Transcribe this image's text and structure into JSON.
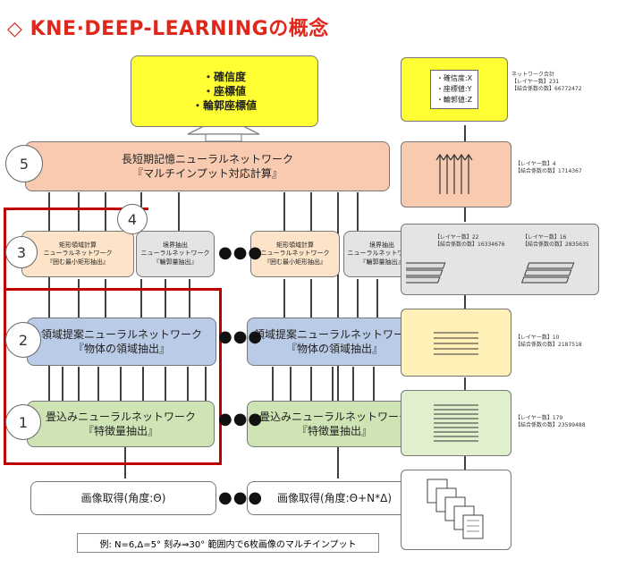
{
  "title": "◇ KNE·DEEP-LEARNINGの概念",
  "output": {
    "items": [
      "・確信度",
      "・座標値",
      "・輪郭座標値"
    ]
  },
  "network_total": {
    "items": [
      "・確信度:X",
      "・座標値:Y",
      "・輪郭値:Z"
    ],
    "header": "ネットワーク合計",
    "layers": "【レイヤー数】231",
    "weights": "【結合係数の数】66772472"
  },
  "lstm": {
    "number": "5",
    "line1": "長短期記憶ニューラルネットワーク",
    "line2": "『マルチインプット対応計算』",
    "layers": "【レイヤー数】4",
    "weights": "【結合係数の数】1714367"
  },
  "step3": {
    "number": "3",
    "left_lines": [
      "矩形領域計算",
      "ニューラルネットワーク",
      "『囲む最小矩形抽出』"
    ],
    "right_lines": [
      "矩形領域計算",
      "ニューラルネットワーク",
      "『囲む最小矩形抽出』"
    ]
  },
  "step4": {
    "number": "4",
    "left_lines": [
      "境界抽出",
      "ニューラルネットワーク",
      "『輪郭量抽出』"
    ],
    "right_lines": [
      "境界抽出",
      "ニューラルネットワーク",
      "『輪郭量抽出』"
    ]
  },
  "step34_stats": {
    "layers_a": "【レイヤー数】22",
    "weights_a": "【結合係数の数】16334676",
    "layers_b": "【レイヤー数】16",
    "weights_b": "【結合係数の数】2835635"
  },
  "step2": {
    "number": "2",
    "line1": "領域提案ニューラルネットワーク",
    "line2": "『物体の領域抽出』",
    "layers": "【レイヤー数】10",
    "weights": "【結合係数の数】2187518"
  },
  "step1": {
    "number": "1",
    "line1": "畳込みニューラルネットワーク",
    "line2": "『特徴量抽出』",
    "layers": "【レイヤー数】179",
    "weights": "【結合係数の数】23599488"
  },
  "acquire": {
    "left": "画像取得(角度:Θ)",
    "right": "画像取得(角度:Θ+N*Δ)"
  },
  "footnote": "例: N=6,Δ=5° 刻み⇒30° 範囲内で6枚画像のマルチインプット",
  "dots": "●●●"
}
